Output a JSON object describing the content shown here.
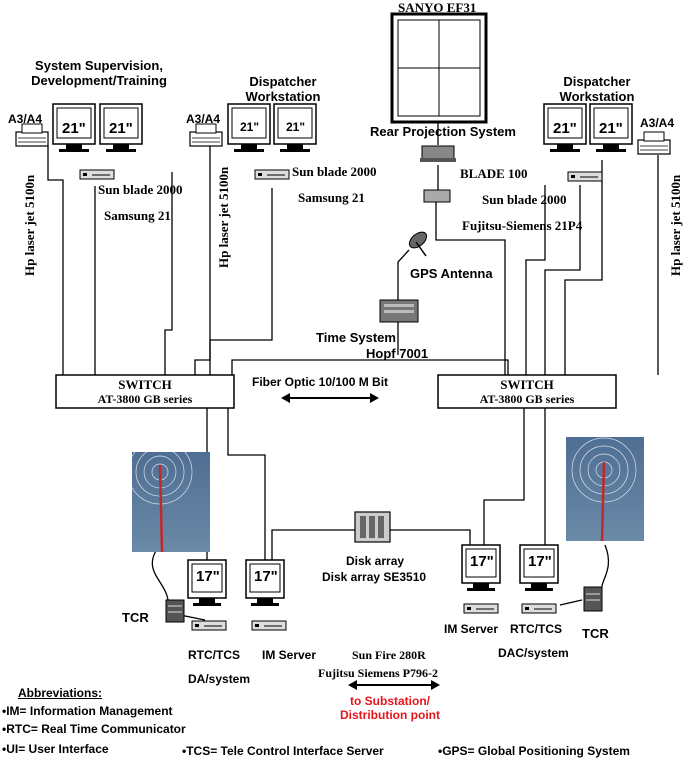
{
  "titles": {
    "projector": "SANYO EF31",
    "rear_projection": "Rear Projection System",
    "sys_supervision": "System Supervision,\nDevelopment/Training",
    "dispatcher_left": "Dispatcher\nWorkstation",
    "dispatcher_right": "Dispatcher\nWorkstation"
  },
  "printers": {
    "a3a4": "A3/A4",
    "hp_laser": "Hp laser jet 5100n"
  },
  "workstations": {
    "sun_blade": "Sun blade 2000",
    "samsung": "Samsung 21",
    "blade100": "BLADE 100",
    "fujitsu_21p4": "Fujitsu-Siemens 21P4"
  },
  "monitors": {
    "size21": "21\"",
    "size17": "17\""
  },
  "gps": {
    "antenna": "GPS Antenna",
    "time_system": "Time System",
    "hopf": "Hopf 7001"
  },
  "switch": {
    "title": "SWITCH",
    "series": "AT-3800 GB series"
  },
  "fiber": "Fiber Optic 10/100 M Bit",
  "disk": {
    "line1": "Disk array",
    "line2": "Disk array SE3510"
  },
  "servers": {
    "tcr": "TCR",
    "rtc_tcs": "RTC/TCS",
    "im_server": "IM Server",
    "da_system": "DA/system",
    "dac_system": "DAC/system",
    "sun_fire": "Sun Fire 280R",
    "fujitsu_p796": "Fujitsu Siemens P796-2",
    "to_substation": "to Substation/\nDistribution point"
  },
  "abbreviations": {
    "header": "Abbreviations:",
    "im": "•IM= Information Management",
    "rtc": "•RTC= Real Time Communicator",
    "ui": "•UI= User Interface",
    "tcs": "•TCS= Tele Control Interface Server",
    "gps": "•GPS= Global Positioning System"
  },
  "colors": {
    "line": "#000000",
    "link_red": "#e8141c",
    "screen_sky": "#3a5a80",
    "mast_red": "#c0282a"
  }
}
